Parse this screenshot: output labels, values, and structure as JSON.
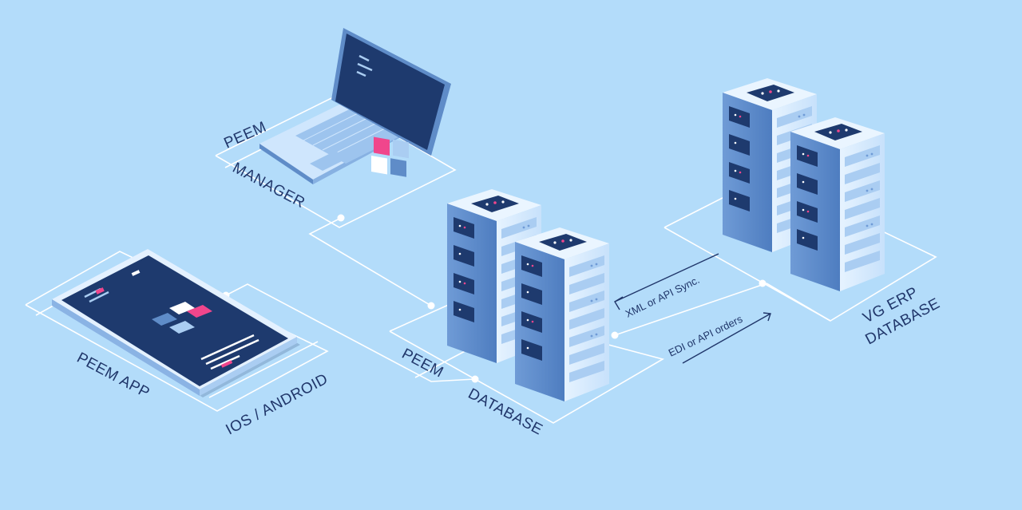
{
  "labels": {
    "manager_line1": "PEEM",
    "manager_line2": "MANAGER",
    "app_line1": "PEEM APP",
    "app_line2": "IOS / ANDROID",
    "db_line1": "PEEM",
    "db_line2": "DATABASE",
    "erp_line1": "VG ERP",
    "erp_line2": "DATABASE",
    "sync_label": "XML or API Sync.",
    "orders_label": "EDI or API orders"
  },
  "colors": {
    "background": "#b3dcfa",
    "device_navy": "#1e3a6e",
    "accent_pink": "#f0468c",
    "server_light": "#dbeeff",
    "server_side": "#5f8cc8",
    "wire": "#ffffff",
    "label": "#20366a"
  },
  "icons": {
    "laptop": "laptop-icon",
    "phone": "smartphone-icon",
    "server": "server-rack-icon"
  }
}
